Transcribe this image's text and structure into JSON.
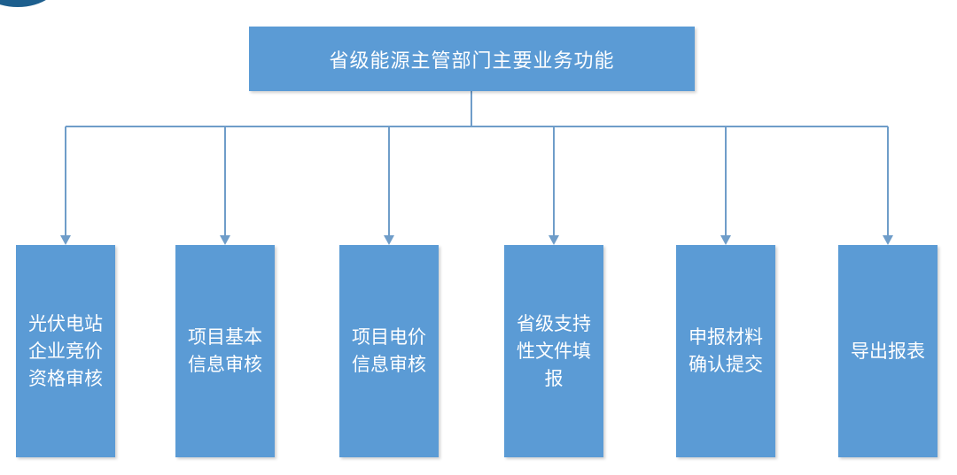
{
  "diagram": {
    "root": {
      "label": "省级能源主管部门主要业务功能"
    },
    "children": [
      {
        "label": "光伏电站\n企业竞价\n资格审核"
      },
      {
        "label": "项目基本\n信息审核"
      },
      {
        "label": "项目电价\n信息审核"
      },
      {
        "label": "省级支持\n性文件填\n报"
      },
      {
        "label": "申报材料\n确认提交"
      },
      {
        "label": "导出报表"
      }
    ],
    "colors": {
      "box_fill": "#5b9bd5",
      "text": "#ffffff",
      "connector": "#6f9dc9",
      "corner_badge": "#1d5f8e"
    }
  }
}
